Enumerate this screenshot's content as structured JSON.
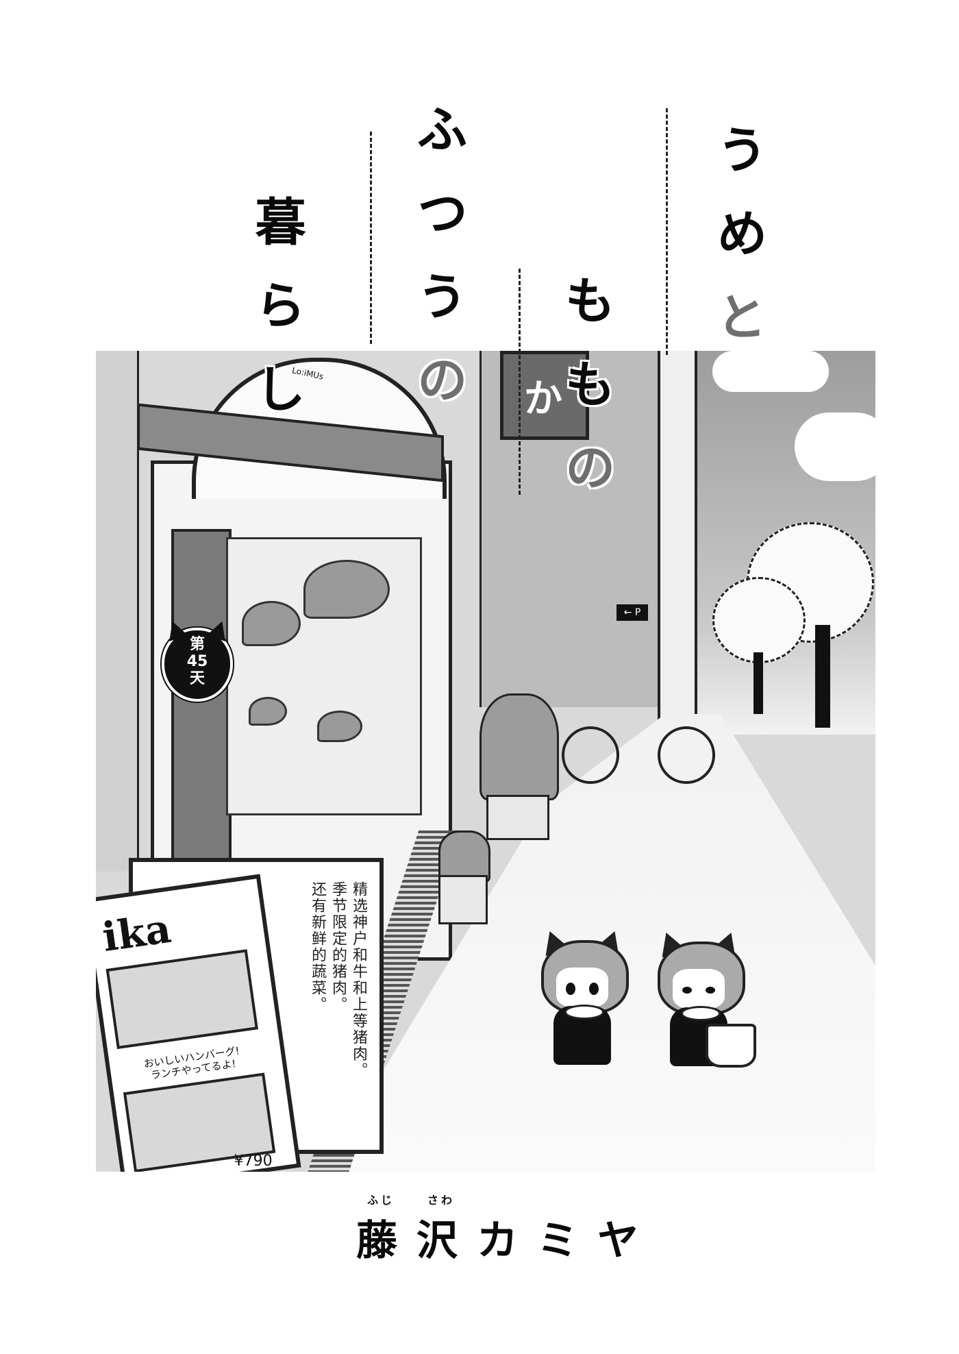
{
  "page": {
    "type": "manga chapter title page",
    "background": "#ffffff"
  },
  "title": {
    "full": "うめともものふつうの暮らし",
    "columns": [
      {
        "text": "うめと",
        "chars": [
          "う",
          "め",
          "と"
        ]
      },
      {
        "text": "ももの",
        "chars": [
          "も",
          "も",
          "の"
        ]
      },
      {
        "text": "ふつうの",
        "chars": [
          "ふ",
          "つ",
          "う",
          "の"
        ]
      },
      {
        "text": "暮らし",
        "chars": [
          "暮",
          "ら",
          "し"
        ]
      }
    ],
    "gray_chars": [
      "と",
      "の"
    ],
    "colors": {
      "main": "#0a0a0a",
      "accent_gray": "#6f6f6f"
    }
  },
  "chapter_badge": {
    "shape": "cat-head",
    "lines": [
      "第",
      "45",
      "天"
    ],
    "label": "第45天",
    "colors": {
      "fill": "#111111",
      "text": "#ffffff"
    }
  },
  "author": {
    "name": "藤沢カミヤ",
    "chars": [
      "藤",
      "沢",
      "カ",
      "ミ",
      "ヤ"
    ],
    "ruby": [
      {
        "base": "藤",
        "reading": "ふじ"
      },
      {
        "base": "沢",
        "reading": "さわ"
      }
    ]
  },
  "illustration": {
    "scene": "shopping street sidewalk with two cat-eared girls",
    "menu_sign": {
      "title": "ika",
      "note_line1": "おいしいハンバーグ!",
      "note_line2": "ランチやってるよ!",
      "price": "¥790"
    },
    "board_text": {
      "col1": "精选神户和牛和上等猪肉。",
      "col2": "季节限定的猪肉。",
      "col3": "还有新鲜的蔬菜。"
    },
    "background_sign": "か",
    "parking_sign": "← P",
    "arch_scribble": "Lo:iMUs"
  }
}
